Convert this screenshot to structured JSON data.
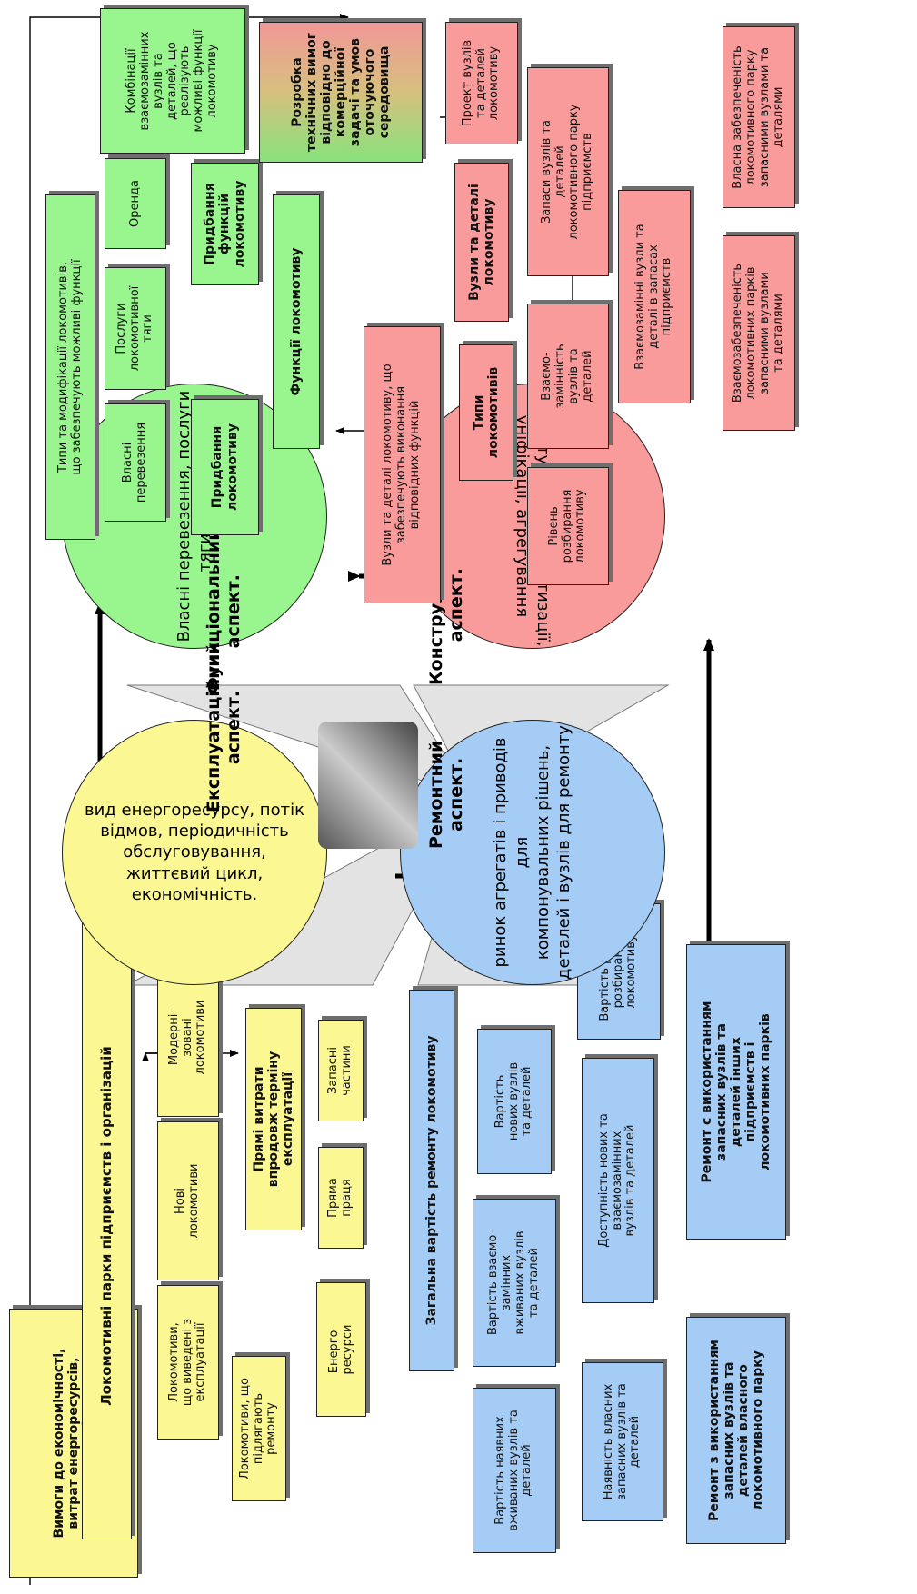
{
  "title_box": "Вимоги до економічності,\nвитрат енергоресурсів,\nнадійності, безпеки",
  "blue": {
    "ownparts_repair": "Ремонт з використанням\nзапасних вузлів та\nдеталей власного\nлокомотивного парку",
    "otherparts_repair": "Ремонт с використанням\nзапасних вузлів та\nдеталей інших\nпідприємств і\nлокомотивних парків",
    "avail_own": "Наявність власних\nзапасних вузлів та\nдеталей",
    "avail_new": "Доступність нових та\nвзаємозамінних\nвузлів та деталей",
    "cost_dismantle": "Вартість робіт з\nрозбирання\nлокомотиву",
    "cost_used": "Вартість наявних\nвживаних вузлів та\nдеталей",
    "cost_interchange": "Вартість взаємо-\nзамінних\nвживаних вузлів\nта деталей",
    "cost_new": "Вартість\nнових вузлів\nта деталей",
    "total_cost": "Загальна вартість ремонту локомотиву"
  },
  "yellow": {
    "fleets": "Локомотивні парки підприємств і організацій",
    "decommissioned": "Локомотиви,\nщо виведені з\nексплуатації",
    "to_repair": "Локомотиви, що\nпідлягають\nремонту",
    "new_locos": "Нові\nлокомотиви",
    "modernized": "Модерні-\nзовані\nлокомотиви",
    "direct_costs": "Прямі витрати\nвпродовж терміну\nексплуатації",
    "energy": "Енерго-\nресурси",
    "labor": "Пряма\nпраця",
    "spares": "Запасні\nчастини"
  },
  "green": {
    "types_mods": "Типи та модифікації локомотивів,\nщо забезпечують можливі функції",
    "own_transport": "Власні\nперевезення",
    "traction_services": "Послуги\nлокомотивної\nтяги",
    "rent": "Оренда",
    "buy_loco": "Придбання\nлокомотиву",
    "buy_functions": "Придбання\nфункцій\nлокомотиву",
    "functions": "Функції локомотиву",
    "combos": "Комбінації\nвзаємозамінних\nвузлів та\nдеталей, що\nреалізують\nможливі функції\nлокомотиву"
  },
  "red": {
    "requirements": "Розробка\nтехнічних вимог\nвідповідно до\nкомерційної\nзадачі та умов\nоточуючого\nсередовища",
    "project": "Проект вузлів\nта деталей\nлокомотиву",
    "units": "Вузли та деталі\nлокомотиву",
    "units_functions": "Вузли та деталі локомотиву, що\nзабезпечують виконання\nвідповідних функцій",
    "loco_types": "Типи\nлокомотивів",
    "interchange": "Взаємо-\nзамінність\nвузлів та\nдеталей",
    "disassembly": "Рівень\nрозбирання\nлокомотиву",
    "fleet_stock": "Запаси вузлів та\nдеталей\nлокомотивного парку\nпідприємств",
    "interchange_stock": "Взаємозамінні вузли та\nдеталі в запасах\nпідприємств",
    "own_supply": "Власна забезпеченість\nлокомотивного парку\nзапасними вузлами та\nдеталями",
    "mutual_supply": "Взаємозабезпеченість\nлокомотивних парків\nзапасними вузлами\nта деталями"
  },
  "ellipses": {
    "functional_text": "Власні перевезення, послуги\nтяги, оренда",
    "functional_label": "Функціональний\nаспект.",
    "construct_text": "вибір ступеня стандартизації,\nуніфікації, агрегування",
    "construct_label": "Конструкційний\nаспект.",
    "repair_text": "ринок агрегатів і приводів для\nкомпонувальних рішень,\nдеталей і вузлів для ремонту",
    "repair_label": "Ремонтний\nаспект.",
    "exploit_text": "вид енергоресурсу, потік\nвідмов, періодичність\nобслуговування,\nжиттєвий цикл,\nекономічність.",
    "exploit_label": "Експлуатаційний\nаспект."
  },
  "colors": {
    "green": "#99f58e",
    "red": "#fa9b9b",
    "blue": "#a4ccf5",
    "yellow": "#fbf792",
    "sector": "#e3e3e3"
  }
}
